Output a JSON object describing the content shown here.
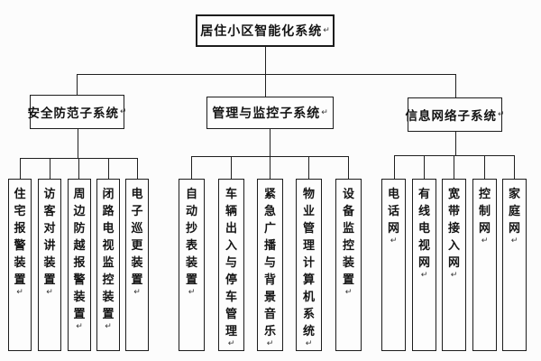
{
  "title": {
    "label": "居住小区智能化系统"
  },
  "return_mark": "↵",
  "subsystems": [
    {
      "label": "安全防范子系统",
      "children": [
        "住宅报警装置",
        "访客对讲装置",
        "周边防越报警装置",
        "闭路电视监控装置",
        "电子巡更装置"
      ]
    },
    {
      "label": "管理与监控子系统",
      "children": [
        "自动抄表装置",
        "车辆出入与停车管理",
        "紧急广播与背景音乐",
        "物业管理计算机系统",
        "设备监控装置"
      ]
    },
    {
      "label": "信息网络子系统",
      "children": [
        "电话网",
        "有线电视网",
        "宽带接入网",
        "控制网",
        "家庭网"
      ]
    }
  ],
  "colors": {
    "background": "#fcfcfc",
    "border": "#1c1c1c",
    "line": "#1f1f1f",
    "text": "#141414"
  }
}
